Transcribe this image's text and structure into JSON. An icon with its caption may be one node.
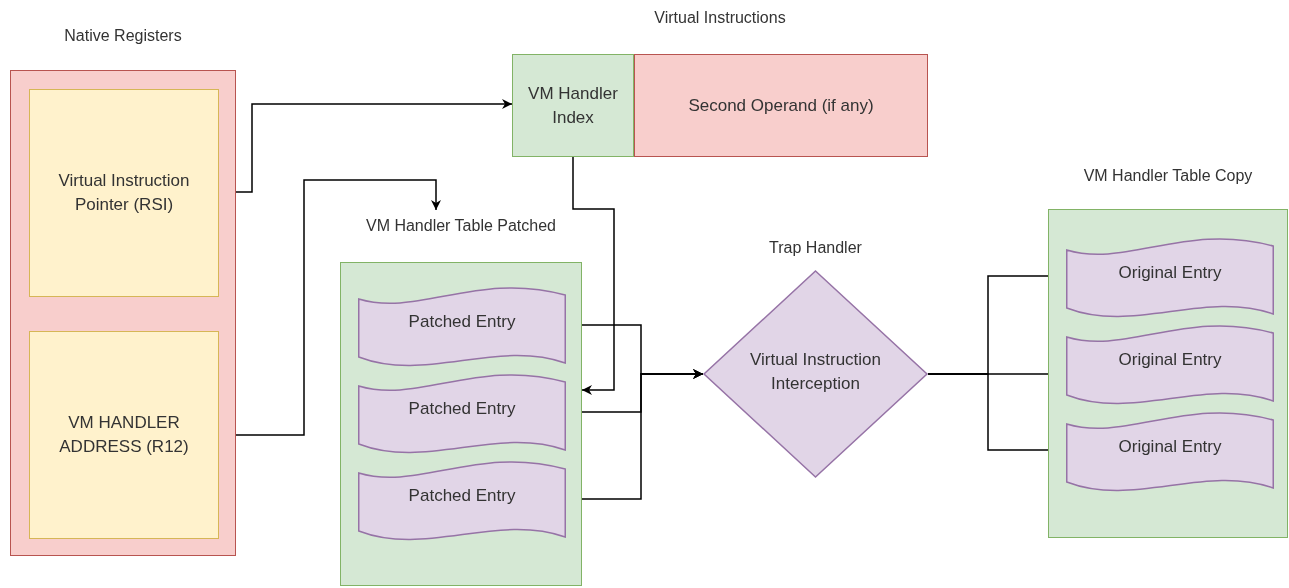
{
  "diagram": {
    "nodes": [
      {
        "text": [
          "Native Registers"
        ]
      },
      {
        "text": [
          "Virtual Instruction Pointer (RSI)"
        ],
        "in": 0
      },
      {
        "text": [
          "VM HANDLER ADDRESS (R12)"
        ],
        "in": 0
      },
      {
        "text": [
          "VM Handler Index"
        ]
      },
      {
        "text": [
          "Second Operand (if any)"
        ]
      },
      {
        "text": [
          "VM Handler Table Patched"
        ]
      },
      {
        "text": [
          "Patched Entry"
        ],
        "in": 5
      },
      {
        "text": [
          "Patched Entry"
        ],
        "in": 5
      },
      {
        "text": [
          "Patched Entry"
        ],
        "in": 5
      },
      {
        "text": [
          "Virtual Instruction Interception"
        ],
        "beside": [
          "Trap Handler"
        ]
      },
      {
        "text": [
          "VM Handler Table Copy"
        ]
      },
      {
        "text": [
          "Original Entry"
        ],
        "in": 10
      },
      {
        "text": [
          "Original Entry"
        ],
        "in": 10
      },
      {
        "text": [
          "Original Entry"
        ],
        "in": 10
      }
    ],
    "edges": [
      {
        "from": 1,
        "to": 3,
        "arrow": "to"
      },
      {
        "from": 2,
        "to": 5,
        "arrow": "to"
      },
      {
        "from": 3,
        "to": 5,
        "arrow": "to"
      },
      {
        "from": 6,
        "to": 9,
        "arrow": "to"
      },
      {
        "from": 7,
        "to": 9,
        "arrow": "to"
      },
      {
        "from": 8,
        "to": 9,
        "arrow": "to"
      },
      {
        "from": 9,
        "to": 11,
        "arrow": "to"
      },
      {
        "from": 9,
        "to": 12,
        "arrow": "to"
      },
      {
        "from": 9,
        "to": 13,
        "arrow": "to"
      }
    ],
    "labels": [
      "Virtual Instructions"
    ]
  }
}
